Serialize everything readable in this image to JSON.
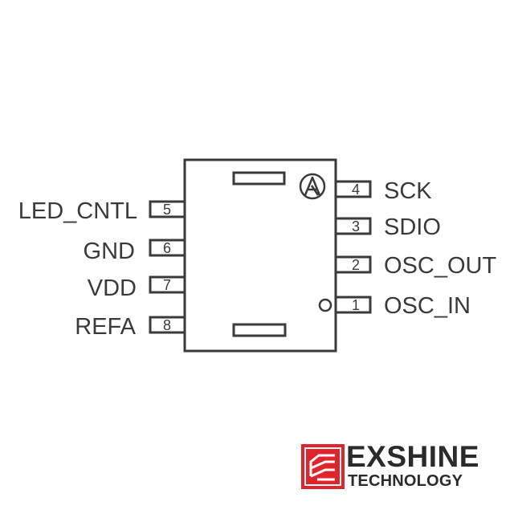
{
  "pins_left": [
    {
      "num": "5",
      "label": "LED_CNTL"
    },
    {
      "num": "6",
      "label": "GND"
    },
    {
      "num": "7",
      "label": "VDD"
    },
    {
      "num": "8",
      "label": "REFA"
    }
  ],
  "pins_right": [
    {
      "num": "4",
      "label": "SCK"
    },
    {
      "num": "3",
      "label": "SDIO"
    },
    {
      "num": "2",
      "label": "OSC_OUT"
    },
    {
      "num": "1",
      "label": "OSC_IN"
    }
  ],
  "logo": {
    "brand": "EXSHINE",
    "tagline": "TECHNOLOGY",
    "accent_color": "#e0242b"
  },
  "colors": {
    "outline": "#3a3a3a"
  }
}
